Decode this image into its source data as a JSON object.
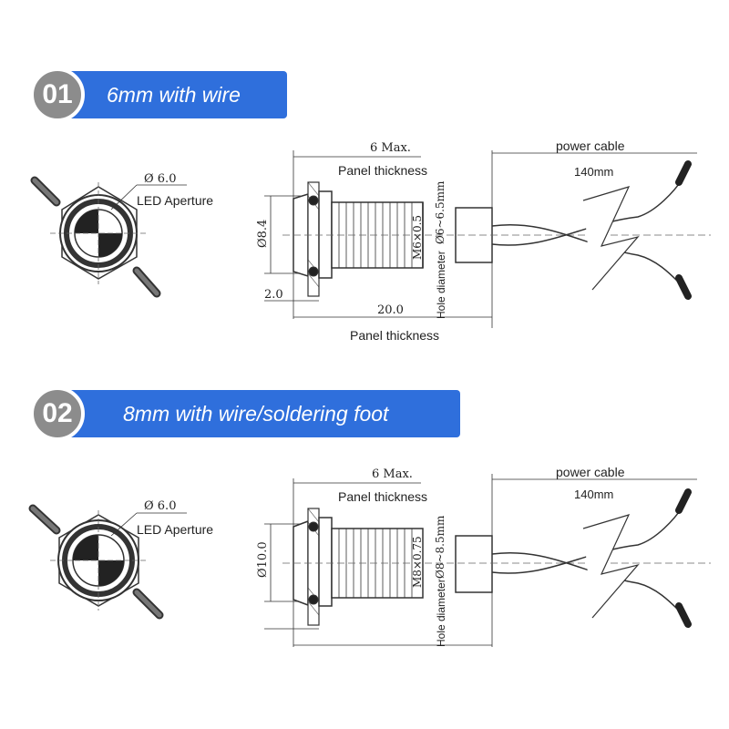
{
  "sections": [
    {
      "badge": "01",
      "title": "6mm with wire",
      "aperture_dim": "Ø 6.0",
      "aperture_label": "LED Aperture",
      "top_dim": "6 Max.",
      "panel_thickness_top": "Panel thickness",
      "power_cable": "power cable",
      "cable_length": "140mm",
      "height_dim": "Ø8.4",
      "thread": "M6×0.5",
      "hole_range": "Ø6~6.5mm",
      "hole_label": "Hole diameter",
      "bezel_dim": "2.0",
      "length_dim": "20.0",
      "panel_thickness_bottom": "Panel thickness"
    },
    {
      "badge": "02",
      "title": "8mm with wire/soldering foot",
      "aperture_dim": "Ø 6.0",
      "aperture_label": "LED Aperture",
      "top_dim": "6 Max.",
      "panel_thickness_top": "Panel thickness",
      "power_cable": "power cable",
      "cable_length": "140mm",
      "height_dim": "Ø10.0",
      "thread": "M8×0.75",
      "hole_range": "Ø8~8.5mm",
      "hole_label": "Hole diameter"
    }
  ],
  "colors": {
    "banner": "#2f6fdc",
    "badge": "#8c8c8c",
    "line": "#333333"
  }
}
